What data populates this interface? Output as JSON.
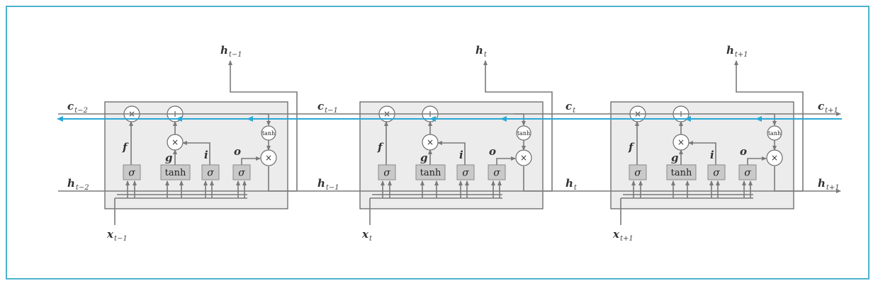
{
  "diagram": {
    "colors": {
      "blue_flow": "#29a9d6",
      "frame": "#4bb3cf",
      "cell_fill": "#ececec",
      "wire": "#7a7a7a",
      "gate_fill": "#c9c9c9"
    },
    "cells": [
      {
        "h_out": {
          "main": "h",
          "sub": "t−1"
        },
        "x_in": {
          "main": "x",
          "sub": "t−1"
        },
        "c_left": {
          "main": "c",
          "sub": "t−2"
        },
        "h_left": {
          "main": "h",
          "sub": "t−2"
        },
        "c_right": {
          "main": "c",
          "sub": "t−1"
        },
        "h_right": {
          "main": "h",
          "sub": "t−1"
        }
      },
      {
        "h_out": {
          "main": "h",
          "sub": "t"
        },
        "x_in": {
          "main": "x",
          "sub": "t"
        },
        "c_right": {
          "main": "c",
          "sub": "t"
        },
        "h_right": {
          "main": "h",
          "sub": "t"
        }
      },
      {
        "h_out": {
          "main": "h",
          "sub": "t+1"
        },
        "x_in": {
          "main": "x",
          "sub": "t+1"
        },
        "c_right": {
          "main": "c",
          "sub": "t+1"
        },
        "h_right": {
          "main": "h",
          "sub": "t+1"
        }
      }
    ],
    "gate_letters": {
      "f": "f",
      "g": "g",
      "i": "i",
      "o": "o"
    },
    "gate_texts": {
      "sigma": "σ",
      "tanh": "tanh",
      "tanh_small": "tanh"
    },
    "op_symbols": {
      "multiply": "×",
      "add": "+"
    }
  }
}
